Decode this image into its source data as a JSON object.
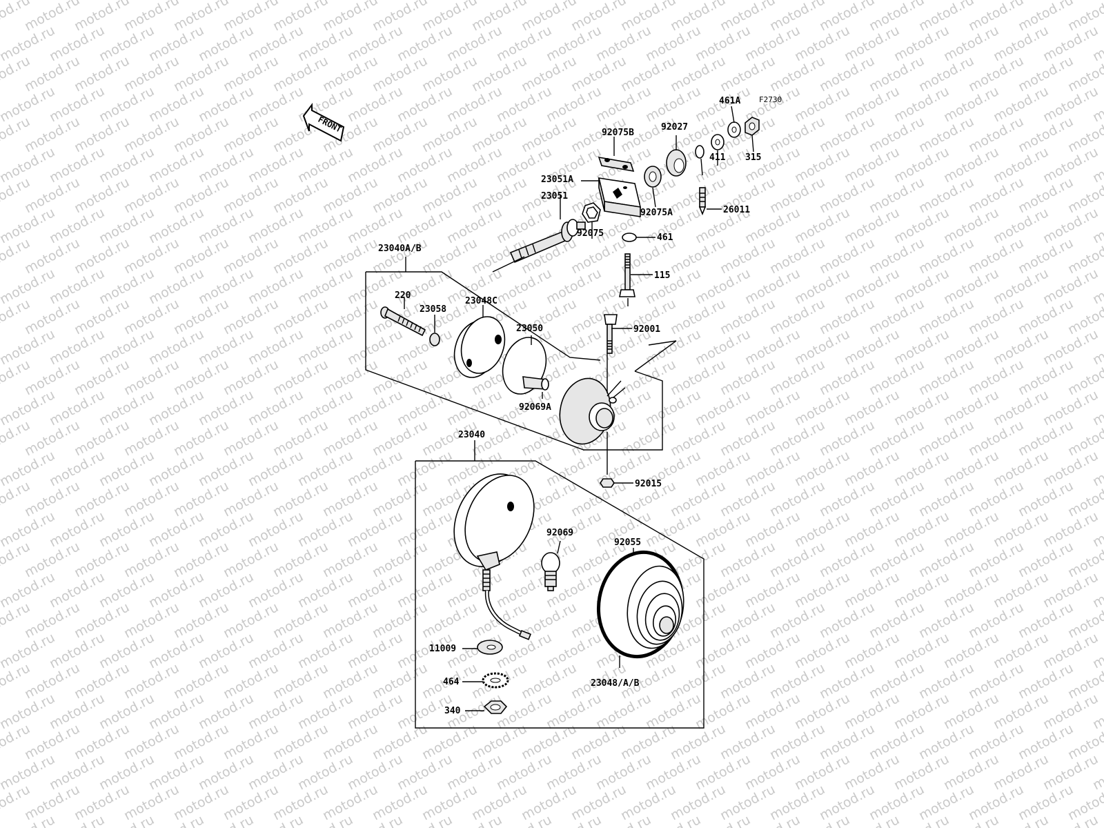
{
  "figure_code": "F2730",
  "front_arrow_label": "FRONT",
  "watermark_text": "motod.ru",
  "part_labels": {
    "p461A": "461A",
    "p315": "315",
    "p92027": "92027",
    "p92075B": "92075B",
    "p411": "411",
    "p23051A": "23051A",
    "p92075A": "92075A",
    "p23051": "23051",
    "p26011": "26011",
    "p92075": "92075",
    "p461": "461",
    "p23040AB": "23040A/B",
    "p115": "115",
    "p220": "220",
    "p23058": "23058",
    "p23048C": "23048C",
    "p23050": "23050",
    "p92001": "92001",
    "p92069A": "92069A",
    "p23040": "23040",
    "p92015": "92015",
    "p92069": "92069",
    "p92055": "92055",
    "p11009": "11009",
    "p464": "464",
    "p340": "340",
    "p23048AB": "23048/A/B"
  }
}
